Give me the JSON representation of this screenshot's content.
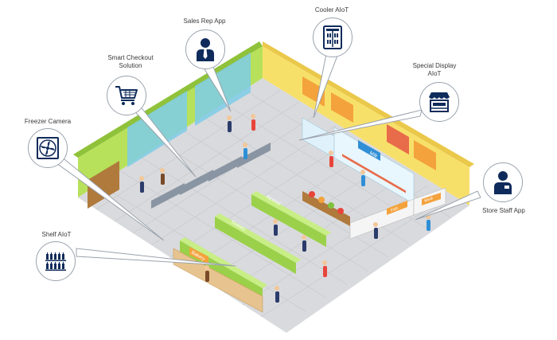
{
  "colors": {
    "icon_navy": "#0f2b5b",
    "callout_line": "#9aa3ad",
    "label_text": "#3a3a3a",
    "floor": "#d9dadd",
    "wall_green": "#b7e15a",
    "wall_yellow": "#f7e06a",
    "wall_orange": "#f4a23c"
  },
  "callouts": [
    {
      "id": "sales-rep-app",
      "label": "Sales Rep App",
      "icon": "person-tie-icon"
    },
    {
      "id": "cooler-aiot",
      "label": "Cooler AIoT",
      "icon": "cooler-icon"
    },
    {
      "id": "smart-checkout",
      "label": "Smart Checkout\nSolution",
      "icon": "shopping-cart-icon"
    },
    {
      "id": "special-display",
      "label": "Special Display\nAIoT",
      "icon": "display-stand-icon"
    },
    {
      "id": "freezer-camera",
      "label": "Freezer Camera",
      "icon": "freezer-fan-icon"
    },
    {
      "id": "store-staff-app",
      "label": "Store Staff App",
      "icon": "staff-badge-icon"
    },
    {
      "id": "shelf-aiot",
      "label": "Shelf AIoT",
      "icon": "shelf-bottles-icon"
    }
  ],
  "store_signs": {
    "milk": "Milk",
    "alcohol": "Alcohol",
    "sweets": "Sweets",
    "bakery": "Bakery",
    "fish": "Fish",
    "meat": "Meat"
  }
}
